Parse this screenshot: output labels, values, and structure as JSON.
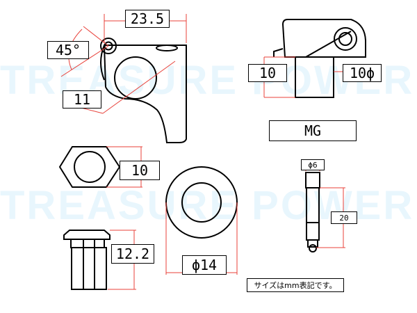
{
  "watermark": "TREASURE POWER.",
  "labels": {
    "width_235": "23.5",
    "angle_45": "45°",
    "dim_11": "11",
    "dim_10_left": "10",
    "phi_10": "10ϕ",
    "model": "MG",
    "nut_10": "10",
    "phi_6": "ϕ6",
    "dim_20": "20",
    "dim_122": "12.2",
    "phi_14": "ϕ14"
  },
  "note": "サイズはmm表記です。",
  "colors": {
    "dimension_line": "#e8413a",
    "outline": "#000000",
    "watermark": "#e8f6fd"
  }
}
